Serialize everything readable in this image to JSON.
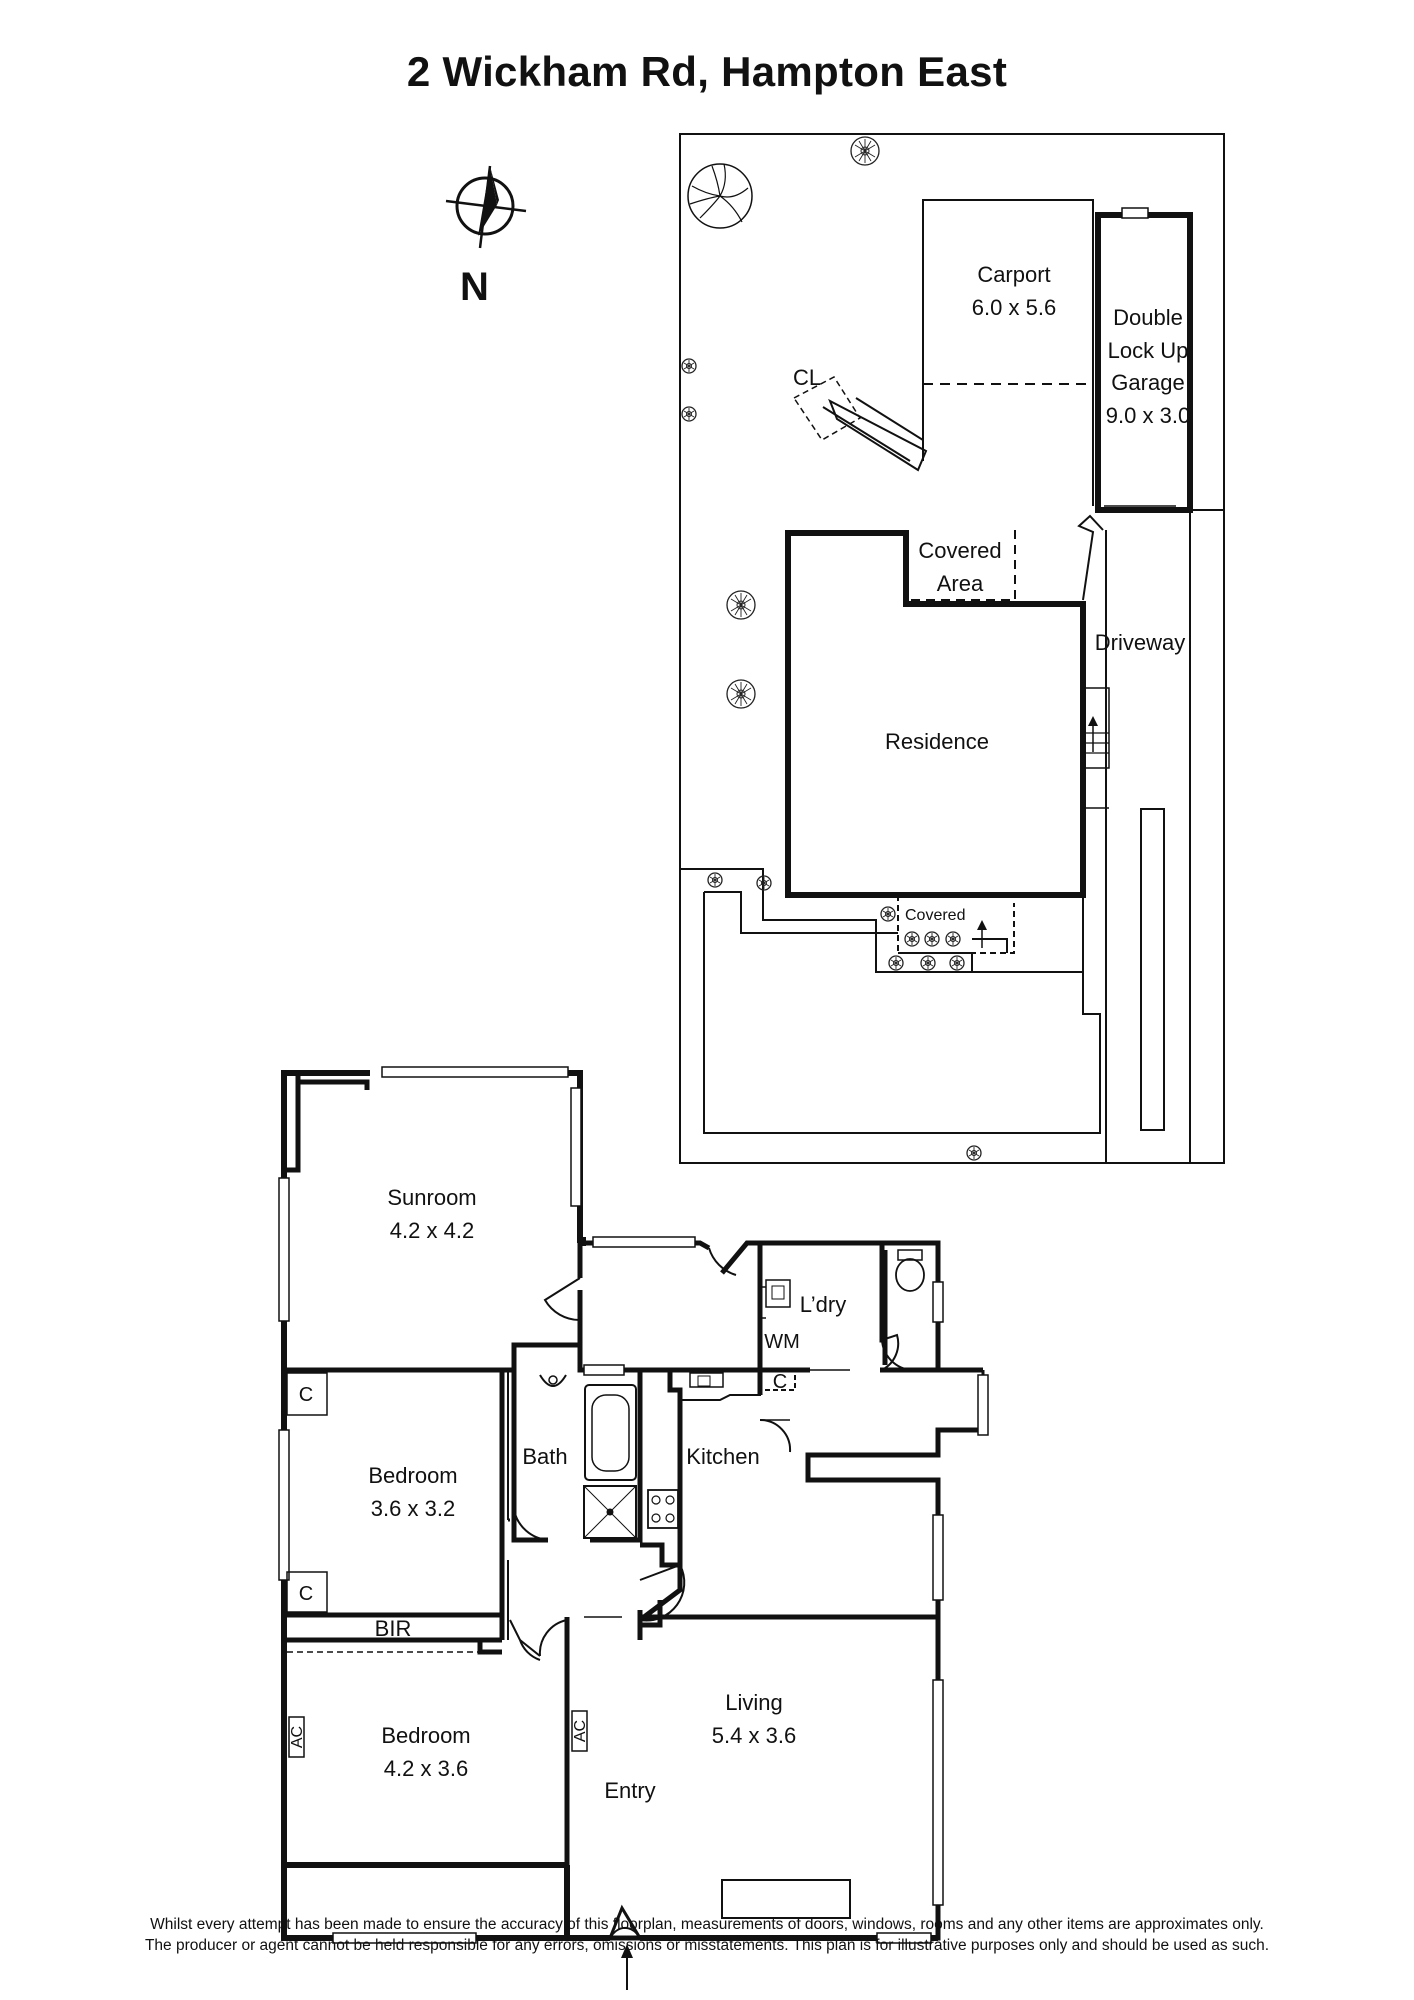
{
  "title": "2 Wickham Rd, Hampton East",
  "north_label": "N",
  "site": {
    "carport": {
      "name": "Carport",
      "size": "6.0 x 5.6"
    },
    "garage": {
      "line1": "Double",
      "line2": "Lock Up",
      "line3": "Garage",
      "size": "9.0 x 3.0"
    },
    "clothesline": "CL",
    "covered_area": {
      "line1": "Covered",
      "line2": "Area"
    },
    "driveway": "Driveway",
    "residence": "Residence",
    "covered": "Covered"
  },
  "floor": {
    "sunroom": {
      "name": "Sunroom",
      "size": "4.2 x 4.2"
    },
    "bedroom1": {
      "name": "Bedroom",
      "size": "3.6 x 3.2"
    },
    "bedroom2": {
      "name": "Bedroom",
      "size": "4.2 x 3.6"
    },
    "bath": "Bath",
    "kitchen": "Kitchen",
    "laundry": "L’dry",
    "wm": "WM",
    "living": {
      "name": "Living",
      "size": "5.4 x 3.6"
    },
    "entry": "Entry",
    "bir": "BIR",
    "cupboard": "C",
    "ac": "AC"
  },
  "disclaimer": {
    "line1": "Whilst every attempt has been made to ensure the accuracy of this floorplan, measurements of doors, windows, rooms and any other items are approximates only.",
    "line2": "The producer or agent cannot be held responsible for any errors, omissions or misstatements. This plan is for illustrative purposes only and should be used as such."
  }
}
